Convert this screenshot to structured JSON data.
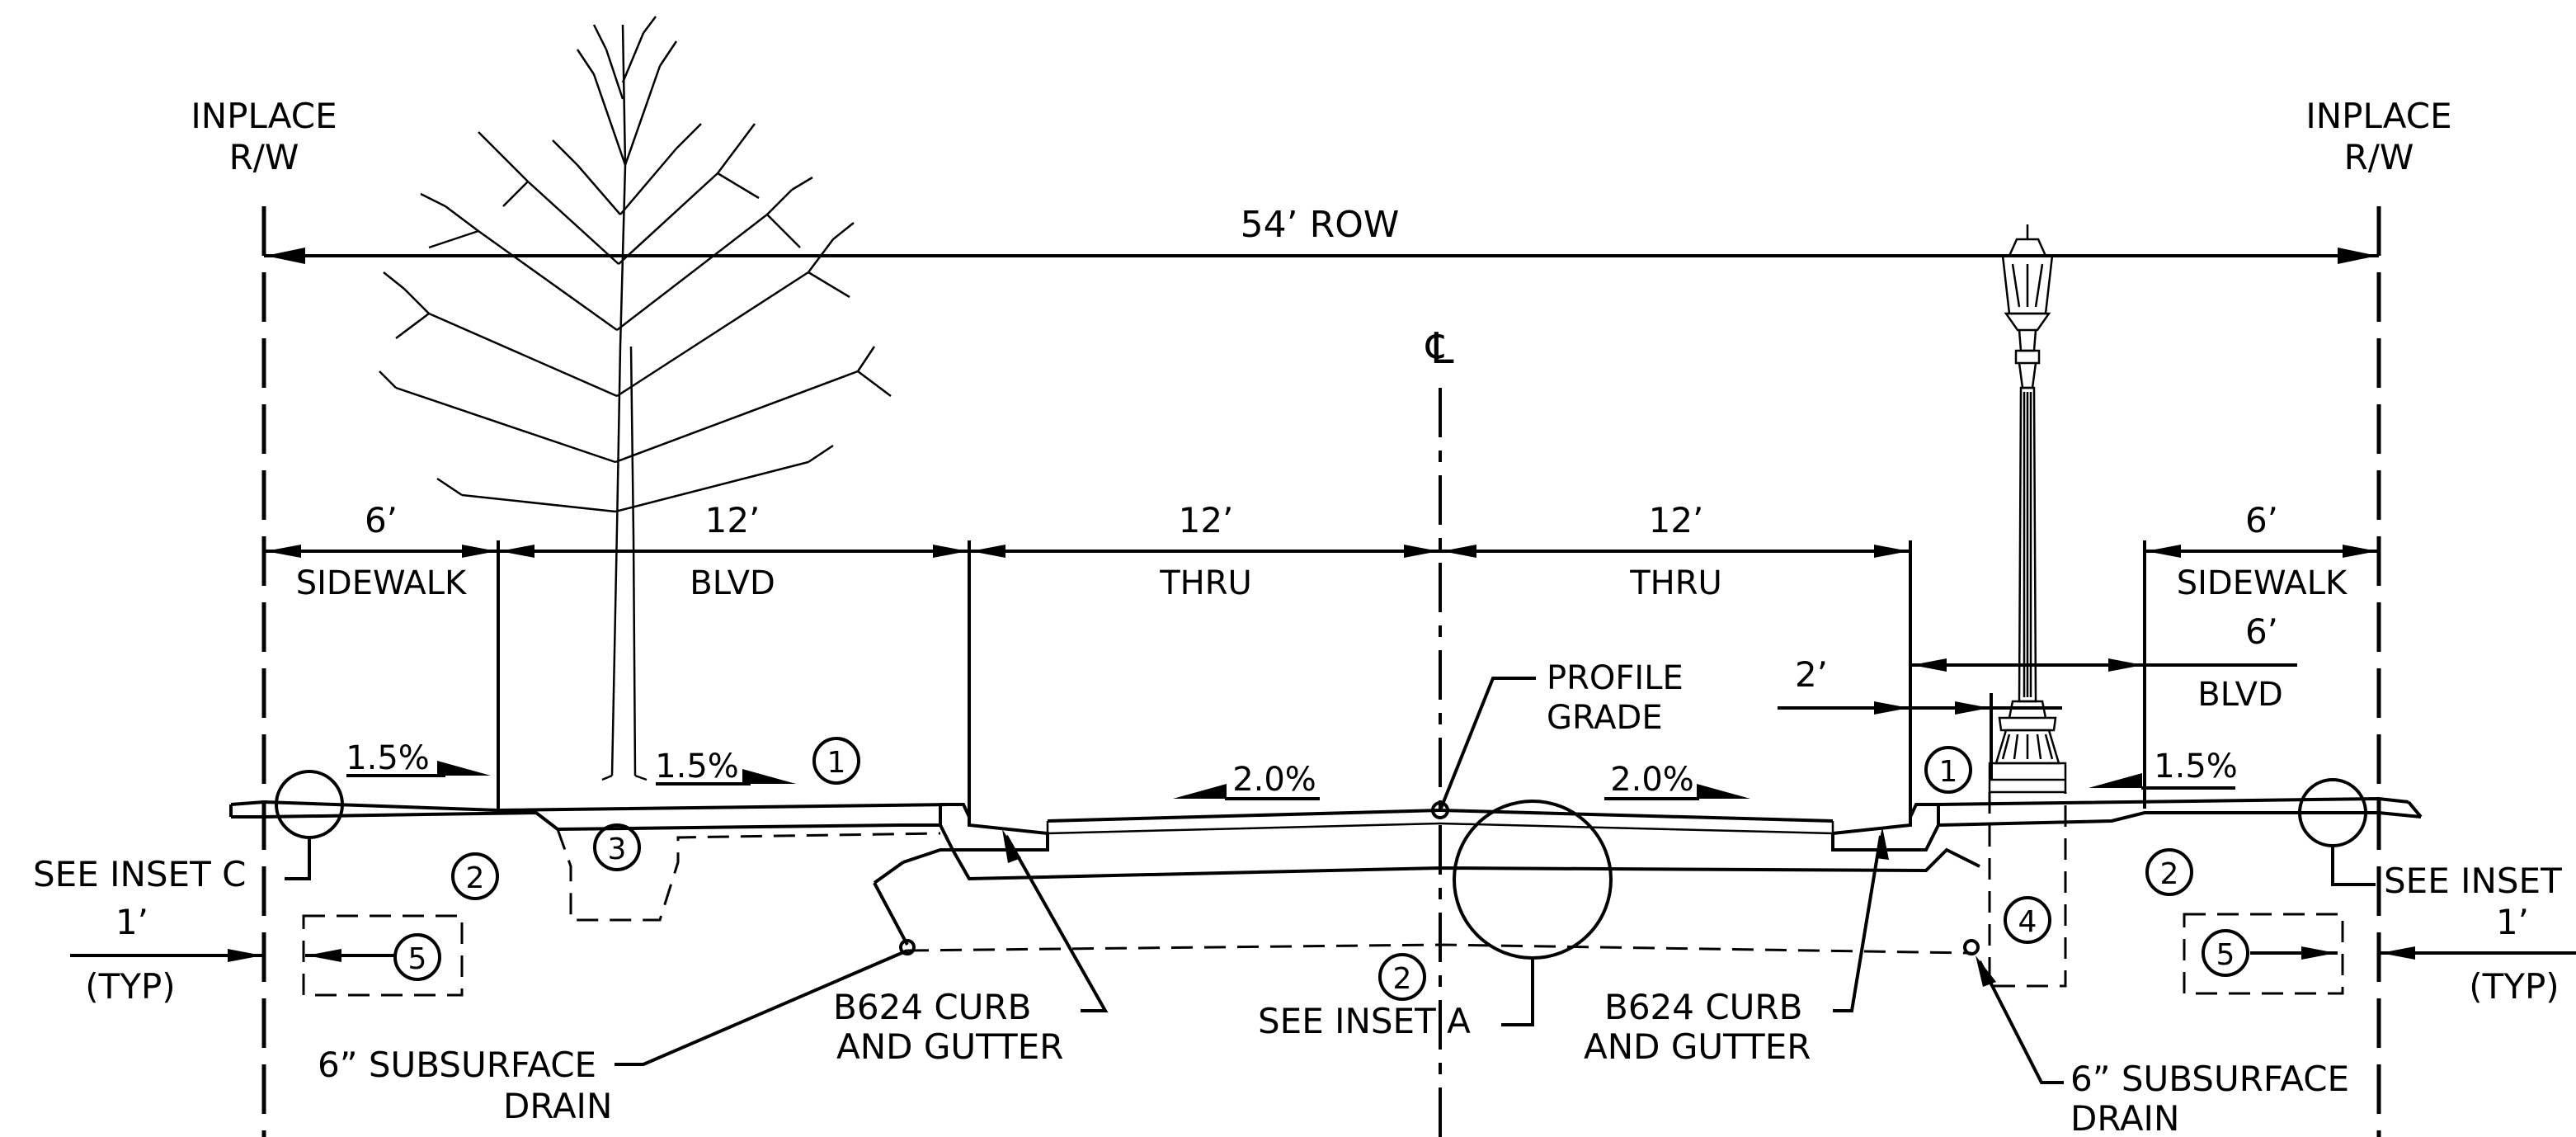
{
  "labels": {
    "rw_left_1": "INPLACE",
    "rw_left_2": "R/W",
    "rw_right_1": "INPLACE",
    "rw_right_2": "R/W",
    "row": "54’ ROW",
    "cl": "℄",
    "dim_sidewalk_left": "6’",
    "name_sidewalk_left": "SIDEWALK",
    "dim_blvd_left": "12’",
    "name_blvd_left": "BLVD",
    "dim_thru_left": "12’",
    "name_thru_left": "THRU",
    "dim_thru_right": "12’",
    "name_thru_right": "THRU",
    "dim_sidewalk_right": "6’",
    "name_sidewalk_right": "SIDEWALK",
    "dim_blvd_right": "6’",
    "name_blvd_right": "BLVD",
    "dim_2ft": "2’",
    "profile_grade_1": "PROFILE",
    "profile_grade_2": "GRADE",
    "slope_sidewalk_left": "1.5%",
    "slope_blvd_left": "1.5%",
    "slope_thru_left": "2.0%",
    "slope_thru_right": "2.0%",
    "slope_right": "1.5%",
    "see_inset_c": "SEE INSET C",
    "see_inset_right": "SEE INSET",
    "dim_1ft_left": "1’",
    "typ_left": "(TYP)",
    "dim_1ft_right": "1’",
    "typ_right": "(TYP)",
    "drain_left_1": "6” SUBSURFACE",
    "drain_left_2": "DRAIN",
    "curb_left_1": "B624 CURB",
    "curb_left_2": "AND GUTTER",
    "see_inset_a": "SEE INSET A",
    "curb_right_1": "B624 CURB",
    "curb_right_2": "AND GUTTER",
    "drain_right_1": "6” SUBSURFACE",
    "drain_right_2": "DRAIN"
  },
  "callouts": {
    "c1_left": "1",
    "c1_right": "1",
    "c2_left": "2",
    "c2_center": "2",
    "c2_right": "2",
    "c3": "3",
    "c4": "4",
    "c5_left": "5",
    "c5_right": "5"
  }
}
